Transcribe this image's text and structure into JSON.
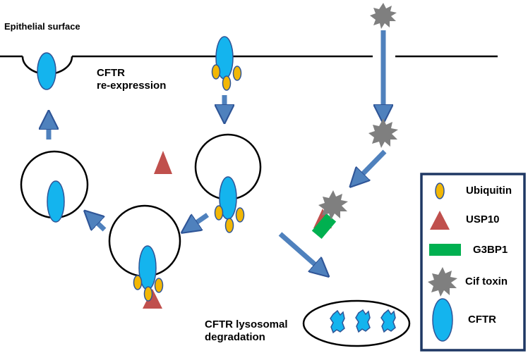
{
  "labels": {
    "epithelial_surface": "Epithelial surface",
    "cftr_reexpression_line1": "CFTR",
    "cftr_reexpression_line2": "re-expression",
    "lysosomal_line1": "CFTR lysosomal",
    "lysosomal_line2": "degradation"
  },
  "legend": {
    "items": [
      {
        "key": "ubiquitin",
        "label": "Ubiquitin",
        "icon": "ubiquitin-icon"
      },
      {
        "key": "usp10",
        "label": "USP10",
        "icon": "usp10-icon"
      },
      {
        "key": "g3bp1",
        "label": "G3BP1",
        "icon": "g3bp1-icon"
      },
      {
        "key": "cif",
        "label": "Cif toxin",
        "icon": "cif-toxin-icon"
      },
      {
        "key": "cftr",
        "label": "CFTR",
        "icon": "cftr-icon"
      }
    ]
  },
  "colors": {
    "cftr": "#14b4ee",
    "ubiquitin": "#f2b705",
    "usp10": "#c0504d",
    "g3bp1": "#00b050",
    "cif": "#7f7f7f",
    "arrow": "#4f81bd",
    "legend_border": "#1f3864"
  }
}
